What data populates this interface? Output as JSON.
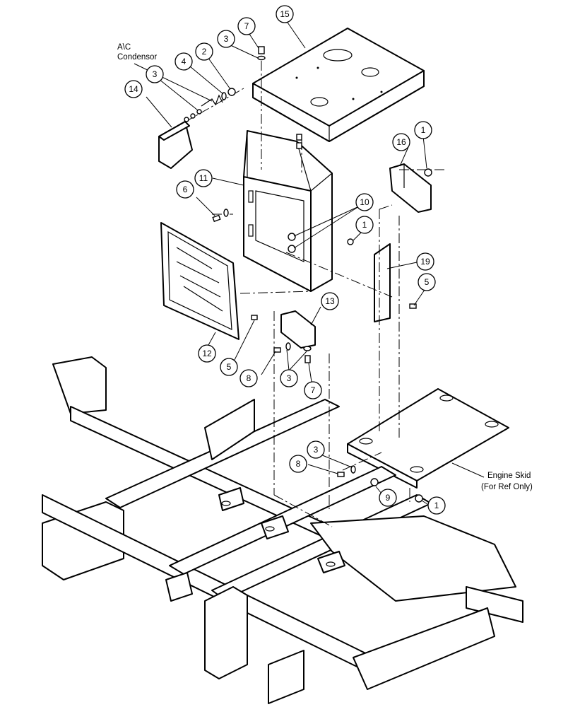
{
  "callouts": {
    "c1a": "1",
    "c1b": "1",
    "c1c": "1",
    "c2": "2",
    "c3a": "3",
    "c3b": "3",
    "c3c": "3",
    "c3d": "3",
    "c4": "4",
    "c5a": "5",
    "c5b": "5",
    "c6": "6",
    "c7a": "7",
    "c7b": "7",
    "c8a": "8",
    "c8b": "8",
    "c9": "9",
    "c10": "10",
    "c11": "11",
    "c12": "12",
    "c13": "13",
    "c14": "14",
    "c15": "15",
    "c16": "16",
    "c19": "19"
  },
  "labels": {
    "ac_line1": "A\\C",
    "ac_line2": "Condensor",
    "skid_line1": "Engine Skid",
    "skid_line2": "(For Ref Only)"
  }
}
